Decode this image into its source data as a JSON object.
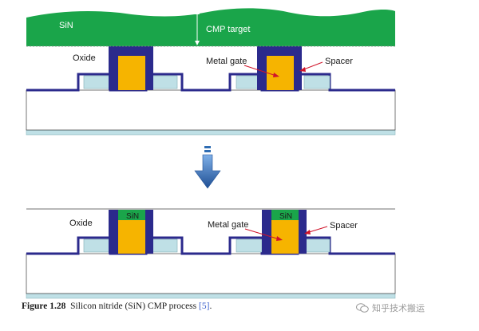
{
  "top_panel": {
    "film_label": "SiN",
    "target_label": "CMP target",
    "oxide_label": "Oxide",
    "metal_gate_label": "Metal gate",
    "spacer_label": "Spacer"
  },
  "bottom_panel": {
    "oxide_label": "Oxide",
    "cap_left_label": "SiN",
    "cap_right_label": "SiN",
    "metal_gate_label": "Metal gate",
    "spacer_label": "Spacer"
  },
  "caption": {
    "figure_number": "Figure 1.28",
    "text": "Silicon nitride (SiN) CMP process",
    "reference": "[5]",
    "end": "."
  },
  "watermark": {
    "text": "知乎技术搬运"
  },
  "colors": {
    "sin": "#1aa54a",
    "gate": "#f6b400",
    "spacer": "#2b2a8c",
    "sti": "#bfe0e6",
    "substrate_edge": "#2b2a8c",
    "arrow": "#2f6db3"
  }
}
